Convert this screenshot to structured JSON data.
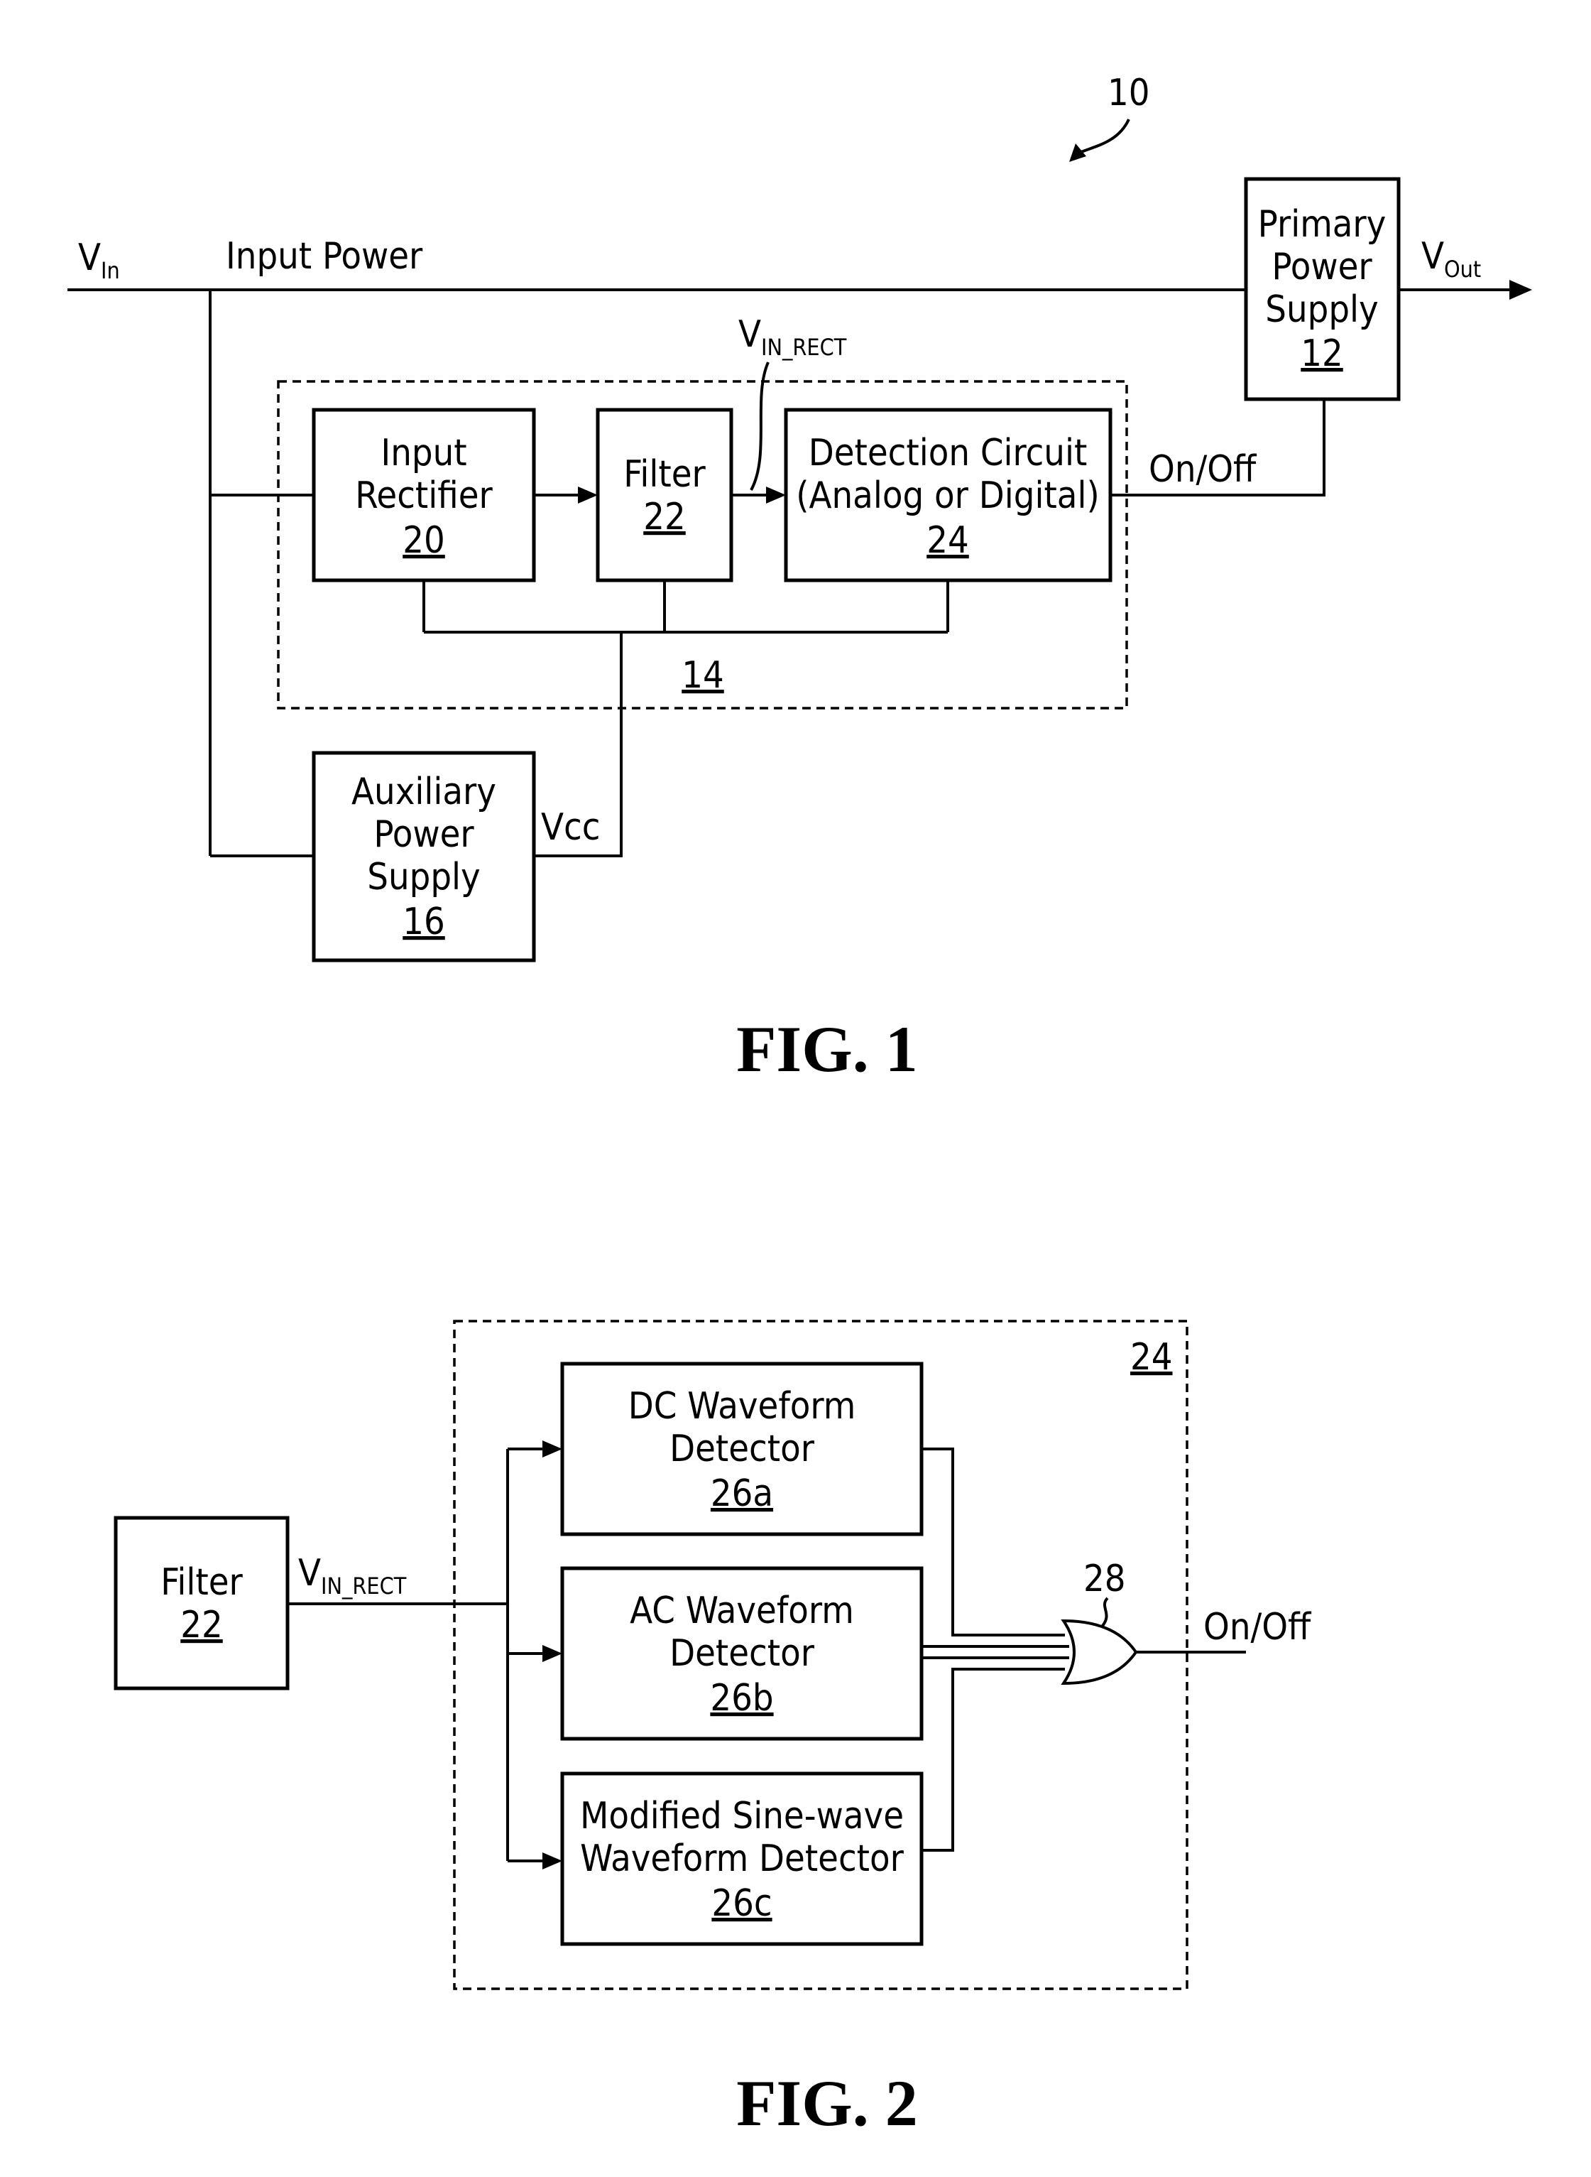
{
  "figure1": {
    "caption": "FIG. 1",
    "ref_system": "10",
    "vin_main": "V",
    "vin_sub": "In",
    "input_power": "Input Power",
    "vout_main": "V",
    "vout_sub": "Out",
    "vin_rect_main": "V",
    "vin_rect_sub": "IN_RECT",
    "on_off": "On/Off",
    "vcc": "Vcc",
    "ref_detection_unit": "14",
    "primary_power_supply": {
      "lines": [
        "Primary",
        "Power",
        "Supply"
      ],
      "ref": "12"
    },
    "input_rectifier": {
      "lines": [
        "Input",
        "Rectifier"
      ],
      "ref": "20"
    },
    "filter": {
      "lines": [
        "Filter"
      ],
      "ref": "22"
    },
    "detection_circuit": {
      "lines": [
        "Detection Circuit",
        "(Analog or Digital)"
      ],
      "ref": "24"
    },
    "auxiliary_power_supply": {
      "lines": [
        "Auxiliary",
        "Power",
        "Supply"
      ],
      "ref": "16"
    }
  },
  "figure2": {
    "caption": "FIG. 2",
    "ref_container": "24",
    "filter": {
      "lines": [
        "Filter"
      ],
      "ref": "22"
    },
    "vin_rect_main": "V",
    "vin_rect_sub": "IN_RECT",
    "dc_detector": {
      "lines": [
        "DC Waveform",
        "Detector"
      ],
      "ref": "26a"
    },
    "ac_detector": {
      "lines": [
        "AC Waveform",
        "Detector"
      ],
      "ref": "26b"
    },
    "msw_detector": {
      "lines": [
        "Modified Sine-wave",
        "Waveform Detector"
      ],
      "ref": "26c"
    },
    "or_gate_ref": "28",
    "on_off": "On/Off"
  }
}
